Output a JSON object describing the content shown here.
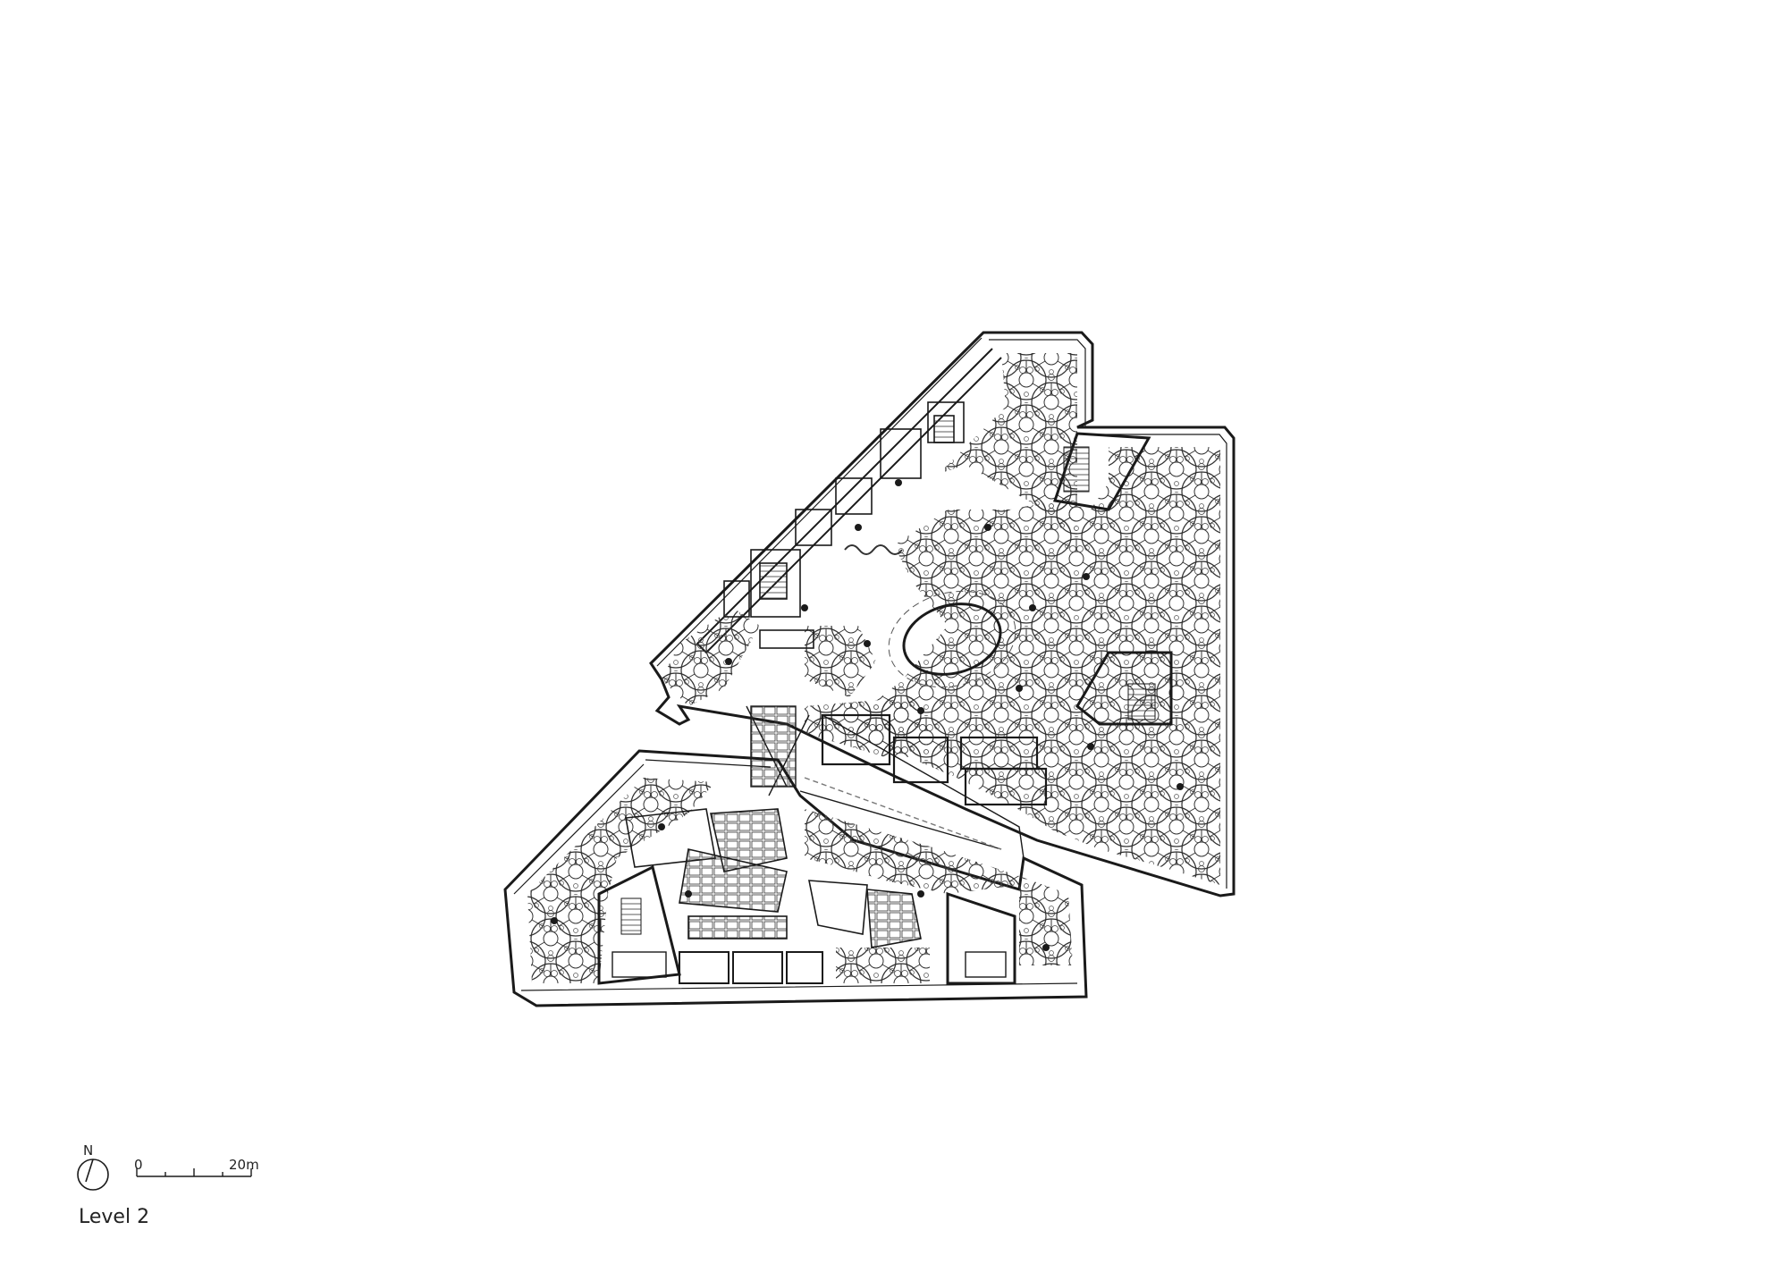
{
  "drawing": {
    "level_title": "Level 2",
    "north_label": "N",
    "scale": {
      "start_label": "0",
      "end_label": "20m"
    }
  },
  "colors": {
    "line": "#1a1a1a",
    "hatch": "#555555",
    "background": "#ffffff"
  }
}
